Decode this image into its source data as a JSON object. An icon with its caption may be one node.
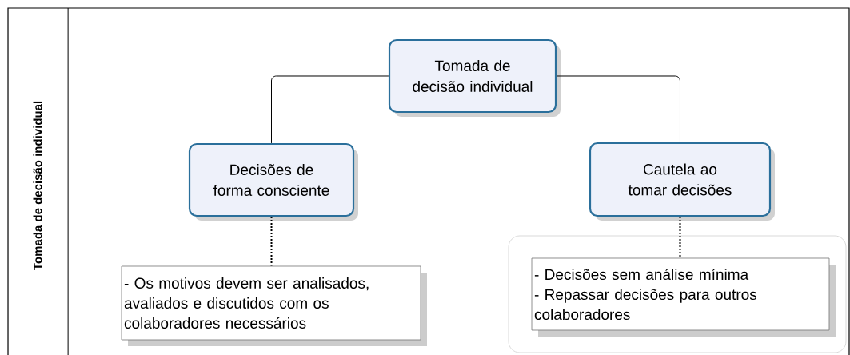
{
  "diagram": {
    "nodes": [
      {
        "text": [
          "Tomada de decisão individual"
        ]
      },
      {
        "text": [
          "Decisões de forma consciente"
        ]
      },
      {
        "text": [
          "Cautela ao tomar decisões"
        ]
      },
      {
        "text": [
          "- Os motivos devem ser analisados, avaliados e discutidos com os colaboradores necessários"
        ]
      },
      {
        "text": [],
        "shape": "box"
      },
      {
        "text": [
          "- Decisões sem análise mínima",
          "- Repassar decisões para outros colaboradores"
        ],
        "in": 4
      }
    ],
    "edges": [
      {
        "from": 0,
        "to": 1,
        "arrow": "none"
      },
      {
        "from": 0,
        "to": 2,
        "arrow": "none"
      },
      {
        "from": 1,
        "to": 3,
        "arrow": "none",
        "style": "dashed"
      },
      {
        "from": 2,
        "to": 5,
        "arrow": "none",
        "style": "dashed"
      }
    ],
    "labels": [
      "Tomada de decisão individual"
    ]
  }
}
